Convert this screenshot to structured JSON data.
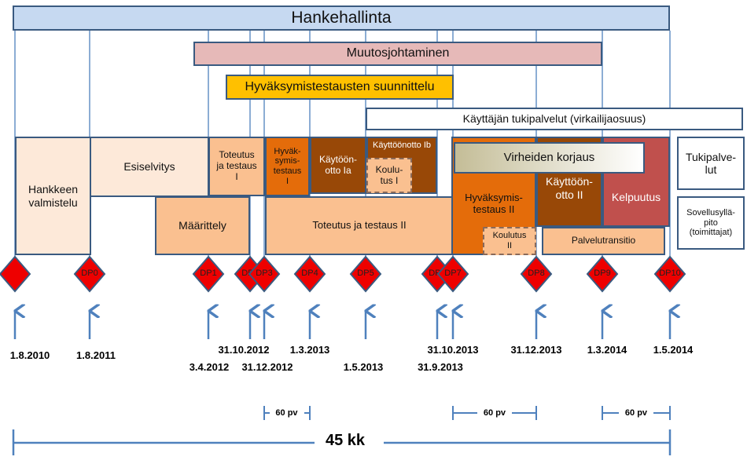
{
  "colors": {
    "line": "#4f81bd",
    "border": "#3a5a80",
    "diamond": "#ee0000",
    "diamond_border": "#3a5a80",
    "hanke": "#c6d9f1",
    "muutos": "#e6b9b8",
    "hyvsuun": "#ffc000",
    "peach_light": "#fde9d9",
    "peach": "#fac090",
    "orange": "#e46c0a",
    "brown": "#984807",
    "red": "#c0504d",
    "virhe_from": "#c4bd97",
    "virhe_to": "#ffffff"
  },
  "bars": {
    "hankehallinta": "Hankehallinta",
    "muutosjohtaminen": "Muutosjohtaminen",
    "hyvaksymistestausten_suunnittelu": "Hyväksymistestausten suunnittelu",
    "kayttajan_tukipalvelut": "Käyttäjän tukipalvelut (virkailijaosuus)"
  },
  "phases": {
    "hankkeen_valmistelu": "Hankkeen valmistelu",
    "esiselvitys": "Esiselvitys",
    "maarittely": "Määrittely",
    "toteutus_testaus_1": "Toteutus ja testaus I",
    "hyvaksymistestaus_1": "Hyväk-symis-testaus I",
    "kayttoonotto_1a": "Käytöön-otto Ia",
    "kayttoonotto_1b": "Käyttöönotto Ib",
    "koulutus_1": "Koulu-tus I",
    "toteutus_testaus_2": "Toteutus ja testaus II",
    "hyvaksymistestaus_2": "Hyväksymis-testaus II",
    "virheiden_korjaus": "Virheiden korjaus",
    "kayttoonotto_2": "Käyttöön-otto II",
    "kelpuutus": "Kelpuutus",
    "koulutus_2": "Koulutus II",
    "palvelutransitio": "Palvelutransitio",
    "tukipalvelut": "Tukipalve-lut",
    "sovellusyllapito": "Sovellusyllä-pito (toimittajat)"
  },
  "decision_points": [
    {
      "label": ""
    },
    {
      "label": "DP0"
    },
    {
      "label": "DP1"
    },
    {
      "label": "DP2"
    },
    {
      "label": "DP3"
    },
    {
      "label": "DP4"
    },
    {
      "label": "DP5"
    },
    {
      "label": "DP6"
    },
    {
      "label": "DP7"
    },
    {
      "label": "DP8"
    },
    {
      "label": "DP9"
    },
    {
      "label": "DP10"
    }
  ],
  "dates": [
    {
      "text": "1.8.2010"
    },
    {
      "text": "1.8.2011"
    },
    {
      "text": "3.4.2012"
    },
    {
      "text": "31.10.2012"
    },
    {
      "text": "31.12.2012"
    },
    {
      "text": "1.3.2013"
    },
    {
      "text": "1.5.2013"
    },
    {
      "text": "31.9.2013"
    },
    {
      "text": "31.10.2013"
    },
    {
      "text": "31.12.2013"
    },
    {
      "text": "1.3.2014"
    },
    {
      "text": "1.5.2014"
    }
  ],
  "spans": [
    {
      "label": "60 pv"
    },
    {
      "label": "60 pv"
    },
    {
      "label": "60 pv"
    }
  ],
  "total": {
    "label": "45 kk"
  }
}
